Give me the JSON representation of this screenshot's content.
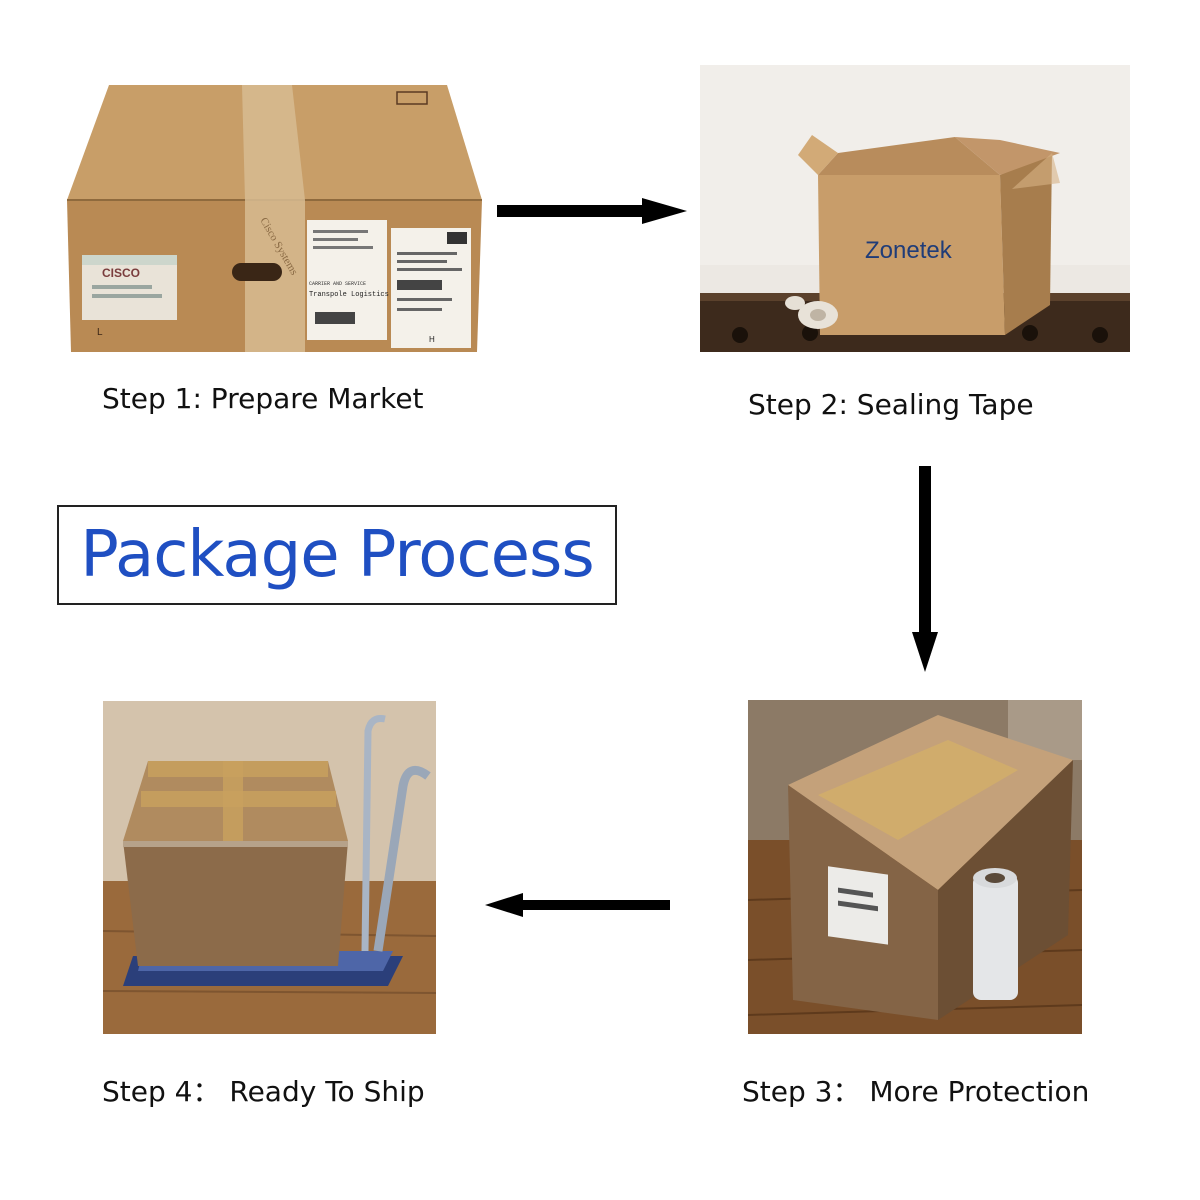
{
  "title": "Package Process",
  "steps": [
    {
      "label": "Step 1:  Prepare Market"
    },
    {
      "label": "Step 2: Sealing Tape"
    },
    {
      "label": "Step 3： More Protection"
    },
    {
      "label": "Step 4： Ready To Ship"
    }
  ],
  "photo1": {
    "logo": "CISCO",
    "carrier_heading": "CARRIER AND SERVICE",
    "carrier_name": "Transpole Logistics",
    "tape_text": "Cisco Systems",
    "size_mark": "L",
    "label_code": "H"
  },
  "photo2": {
    "brand": "Zonetek"
  },
  "colors": {
    "title": "#1f4fc2",
    "cardboard": "#c4965e",
    "arrow": "#000000"
  }
}
